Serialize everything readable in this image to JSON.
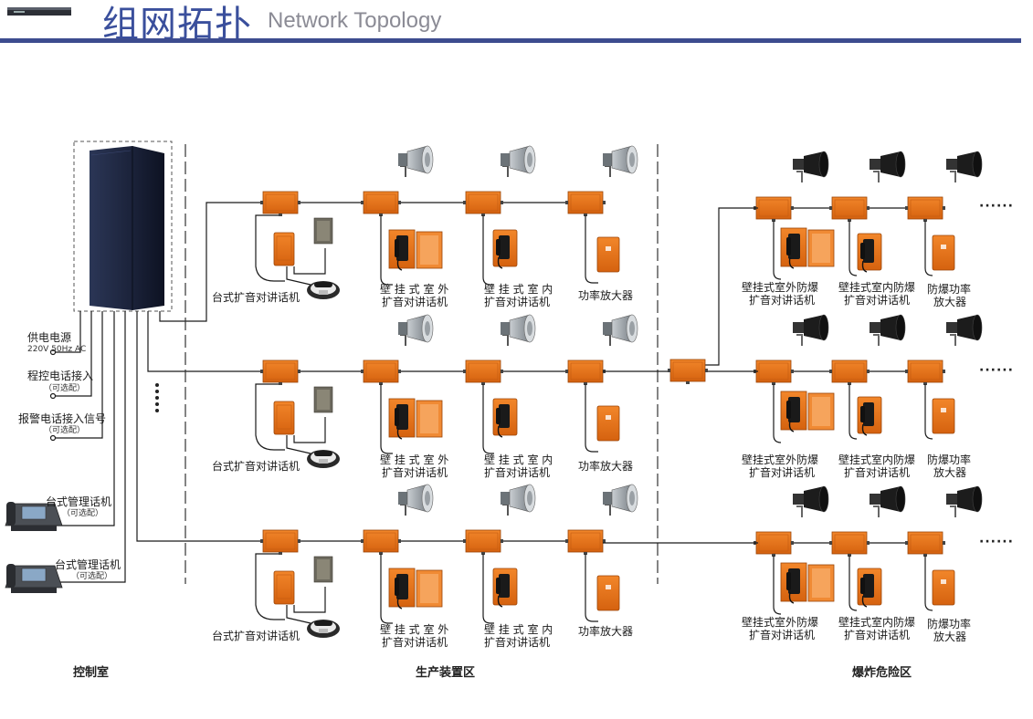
{
  "header": {
    "title_cn": "组网拓扑",
    "title_en": "Network Topology",
    "accent_color": "#3d4c8f"
  },
  "colors": {
    "device_orange": "#e8761c",
    "line": "#1a1a1a",
    "cabinet": "#1f2a44"
  },
  "control_room": {
    "power_label": "供电电源",
    "power_sub": "220V  50Hz  AC",
    "pstn_label": "程控电话接入",
    "pstn_sub": "（可选配）",
    "alarm_label": "报警电话接入信号",
    "alarm_sub": "（可选配）",
    "desk_phone_1": "台式管理话机",
    "desk_phone_1_sub": "（可选配）",
    "desk_phone_2": "台式管理话机",
    "desk_phone_2_sub": "（可选配）"
  },
  "production": {
    "desk_intercom": "台式扩音对讲话机",
    "outdoor_line1": "壁 挂 式 室 外",
    "outdoor_line2": "扩音对讲话机",
    "indoor_line1": "壁 挂 式 室 内",
    "indoor_line2": "扩音对讲话机",
    "amplifier": "功率放大器"
  },
  "explosion": {
    "outdoor_line1": "壁挂式室外防爆",
    "outdoor_line2": "扩音对讲话机",
    "indoor_line1": "壁挂式室内防爆",
    "indoor_line2": "扩音对讲话机",
    "amp_line1": "防爆功率",
    "amp_line2": "放大器",
    "more": "······"
  },
  "zones": {
    "control": "控制室",
    "production": "生产装置区",
    "explosion": "爆炸危险区"
  }
}
